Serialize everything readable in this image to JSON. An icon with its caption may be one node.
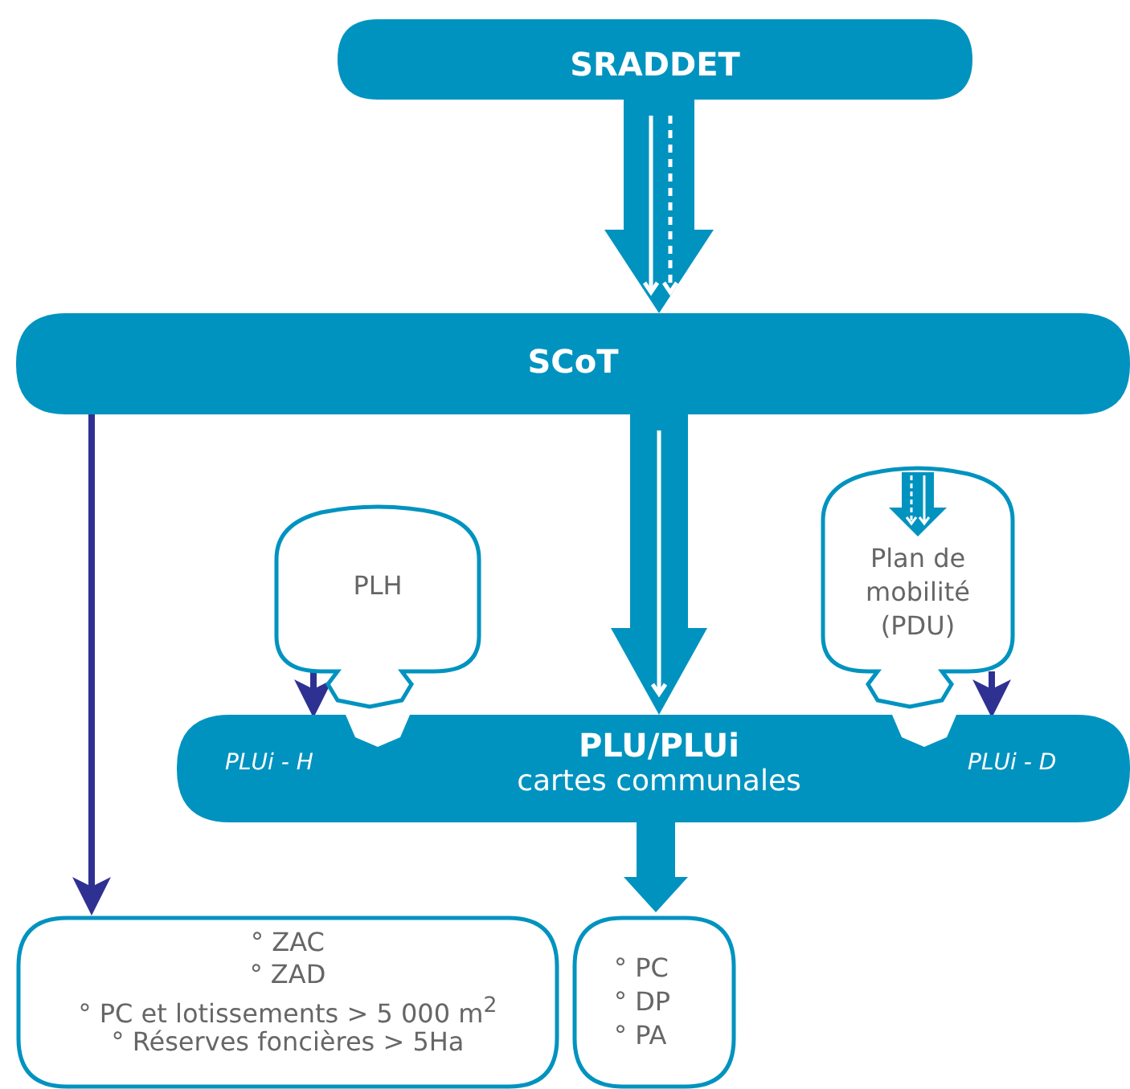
{
  "diagram": {
    "nodes": [
      {
        "text": [
          "SRADDET"
        ]
      },
      {
        "text": [
          "SCoT"
        ]
      },
      {
        "text": [
          "PLH"
        ]
      },
      {
        "text": [
          "Plan de mobilité (PDU)"
        ]
      },
      {
        "text": [
          "PLUi - H",
          "PLU/PLUi",
          "cartes communales",
          "PLUi - D"
        ]
      },
      {
        "text": [
          "° ZAC",
          "° ZAD",
          "° PC et lotissements > 5 000 m$^{2}$",
          "° Réserves foncières > 5Ha"
        ]
      },
      {
        "text": [
          "° PC",
          "° DP",
          "° PA"
        ]
      }
    ],
    "edges": [
      {
        "from": 0,
        "to": 1,
        "arrow": "to",
        "style": "thick"
      },
      {
        "from": 1,
        "to": 5,
        "arrow": "to",
        "color": "#2e3192"
      },
      {
        "from": 1,
        "to": 4,
        "arrow": "to",
        "style": "thick"
      },
      {
        "from": 2,
        "to": 4,
        "arrow": "to",
        "color": "#2e3192"
      },
      {
        "from": 3,
        "to": 4,
        "arrow": "to",
        "color": "#2e3192"
      },
      {
        "from": 4,
        "to": 6,
        "arrow": "to",
        "style": "thick"
      }
    ]
  }
}
